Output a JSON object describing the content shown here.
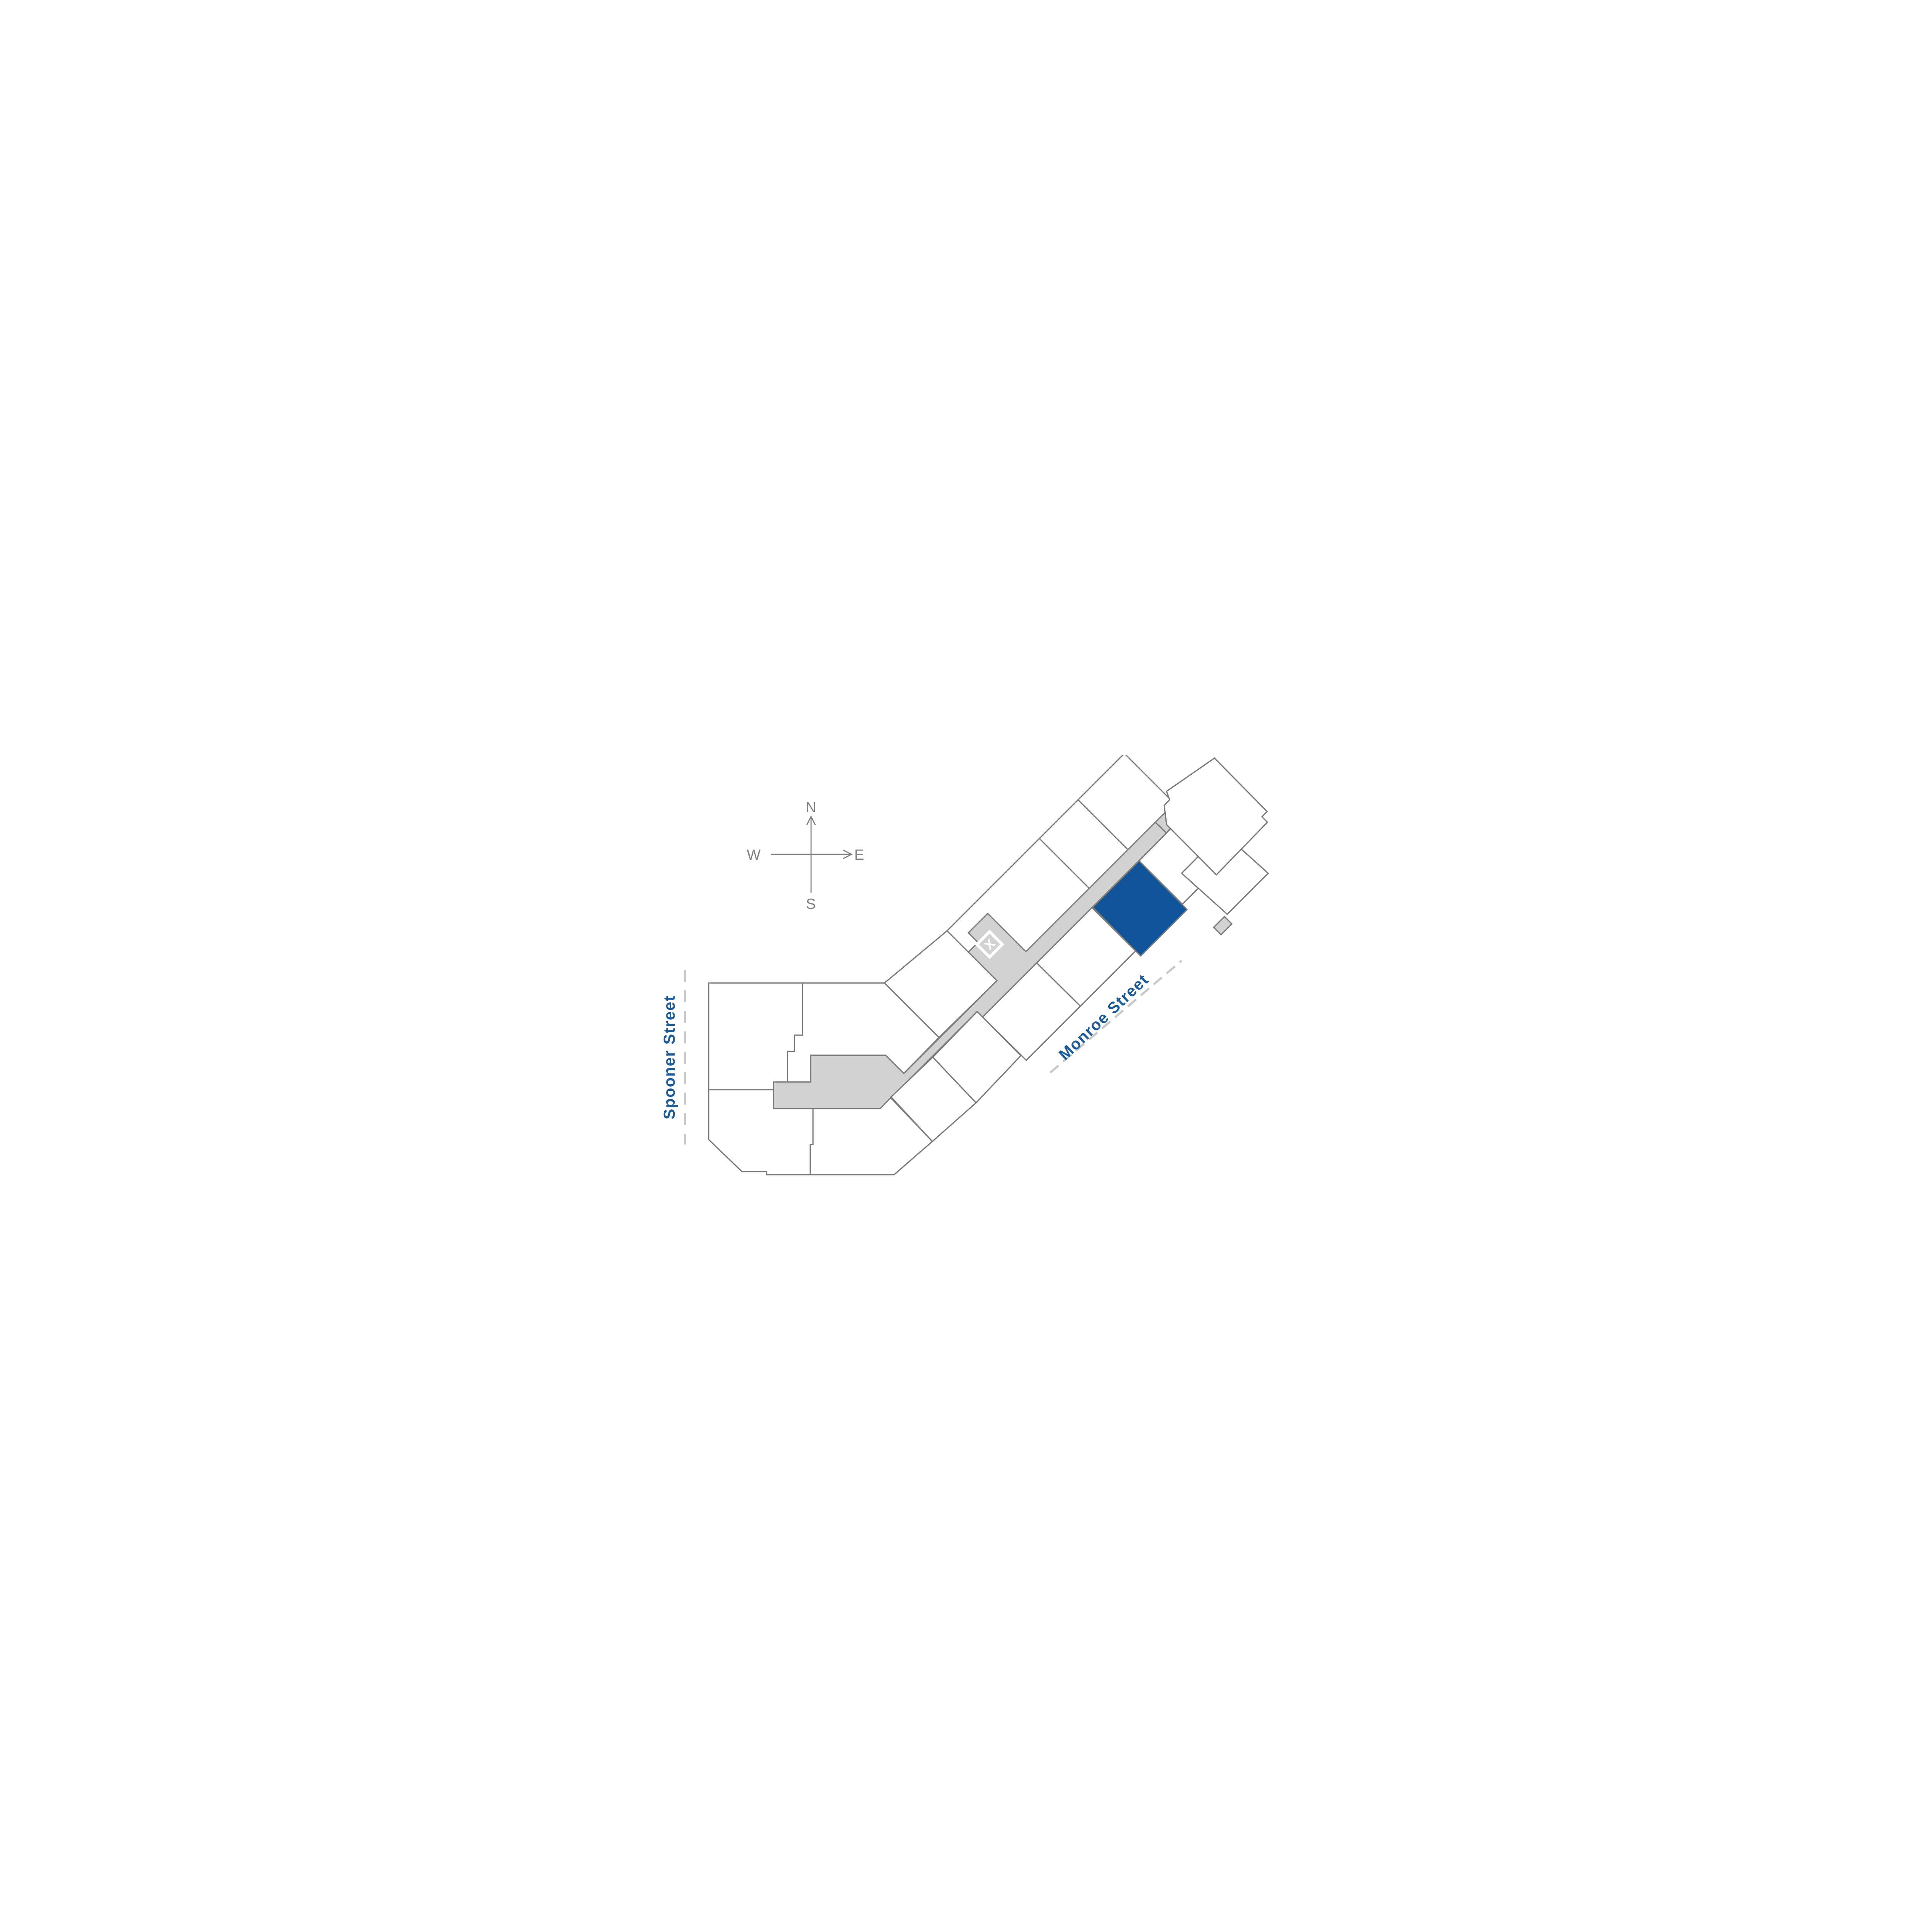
{
  "compass": {
    "north": "N",
    "south": "S",
    "west": "W",
    "east": "E"
  },
  "streets": {
    "west_label": "Spooner Street",
    "southeast_label": "Monroe Street"
  },
  "marker": {
    "label": "X"
  },
  "colors": {
    "highlighted_unit": "#10559A",
    "corridor": "#D2D2D2",
    "unit_fill": "#FFFFFF",
    "outline": "#7A7A7A",
    "street_label": "#1A5A97",
    "dashed_line": "#C8C8C8",
    "compass": "#7F7F7F",
    "marker_box": "#FFFFFF",
    "marker_inner": "#D2D2D2"
  }
}
